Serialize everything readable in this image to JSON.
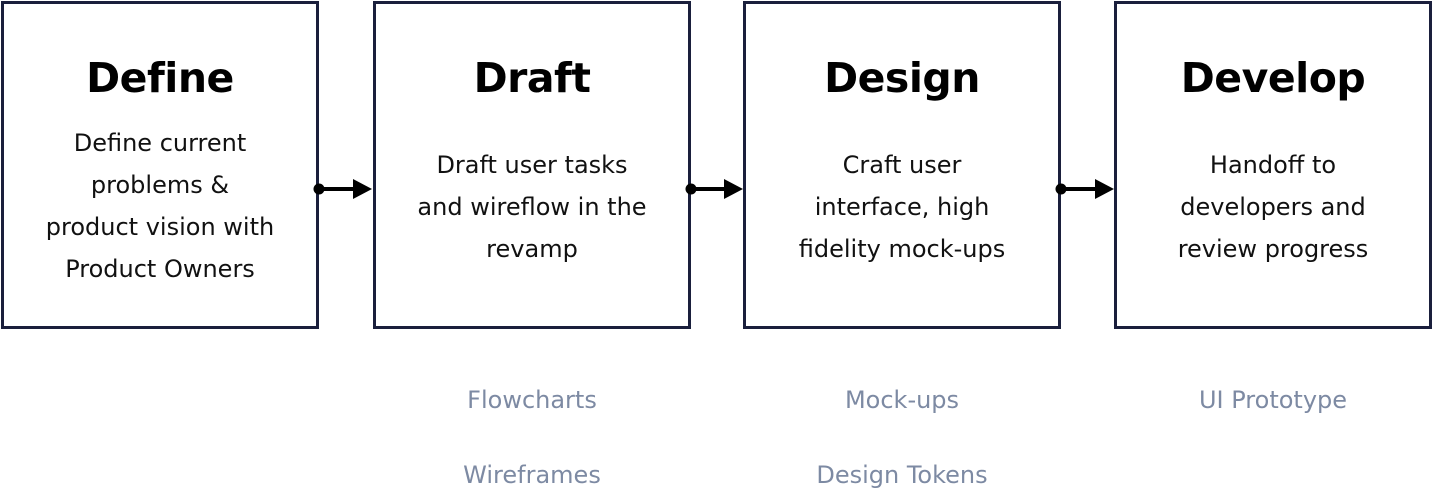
{
  "colors": {
    "border": "#1a1f3c",
    "title": "#000000",
    "description": "#111111",
    "deliverable": "#7d8aa3",
    "connector": "#000000"
  },
  "stages": [
    {
      "title": "Define",
      "description_lines": [
        "Define current",
        "problems &",
        "product vision with",
        "Product Owners"
      ]
    },
    {
      "title": "Draft",
      "description_lines": [
        "Draft user tasks",
        "and wireflow in the",
        "revamp"
      ]
    },
    {
      "title": "Design",
      "description_lines": [
        "Craft user",
        "interface, high",
        "fidelity mock-ups"
      ]
    },
    {
      "title": "Develop",
      "description_lines": [
        "Handoff to",
        "developers and",
        "review progress"
      ]
    }
  ],
  "deliverables": {
    "draft": [
      "Flowcharts",
      "Wireframes"
    ],
    "design": [
      "Mock-ups",
      "Design Tokens"
    ],
    "develop": [
      "UI Prototype"
    ]
  }
}
